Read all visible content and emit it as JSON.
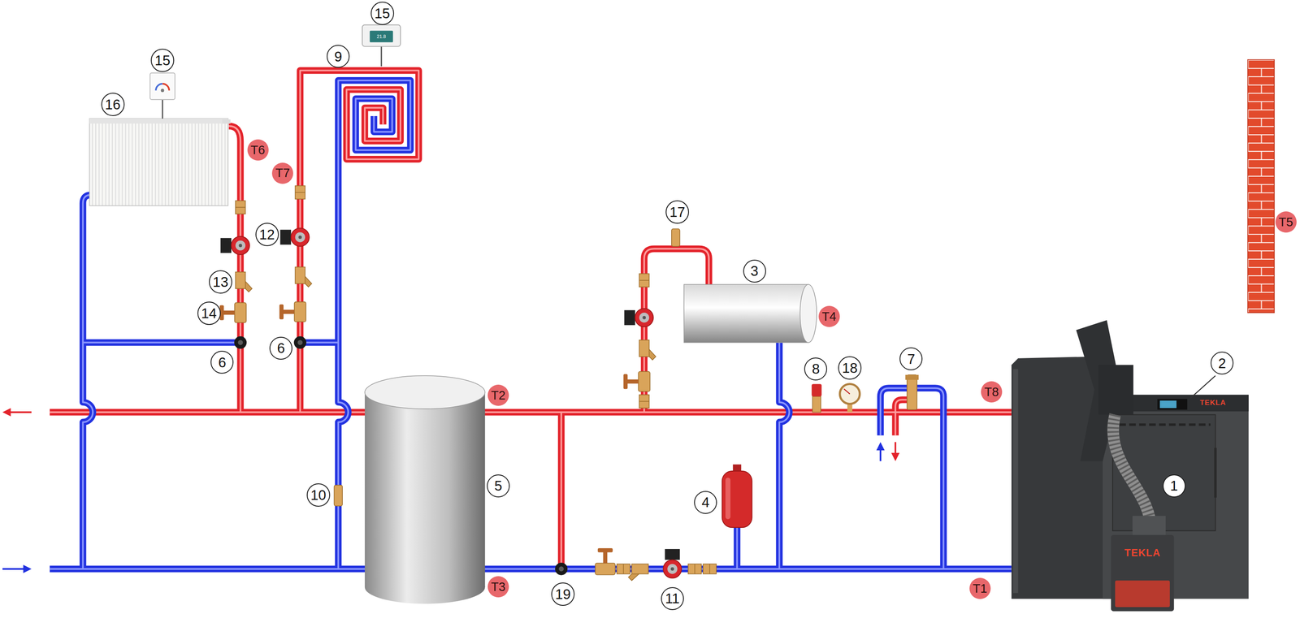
{
  "diagram": {
    "labels": [
      "15",
      "15",
      "9",
      "16",
      "T6",
      "T7",
      "12",
      "17",
      "3",
      "13",
      "14",
      "T4",
      "6",
      "6",
      "8",
      "18",
      "7",
      "2",
      "T2",
      "T8",
      "5",
      "10",
      "4",
      "1",
      "19",
      "11",
      "T3",
      "T1",
      "T5",
      "TEKLA",
      "TEKLA",
      "21.8"
    ]
  }
}
